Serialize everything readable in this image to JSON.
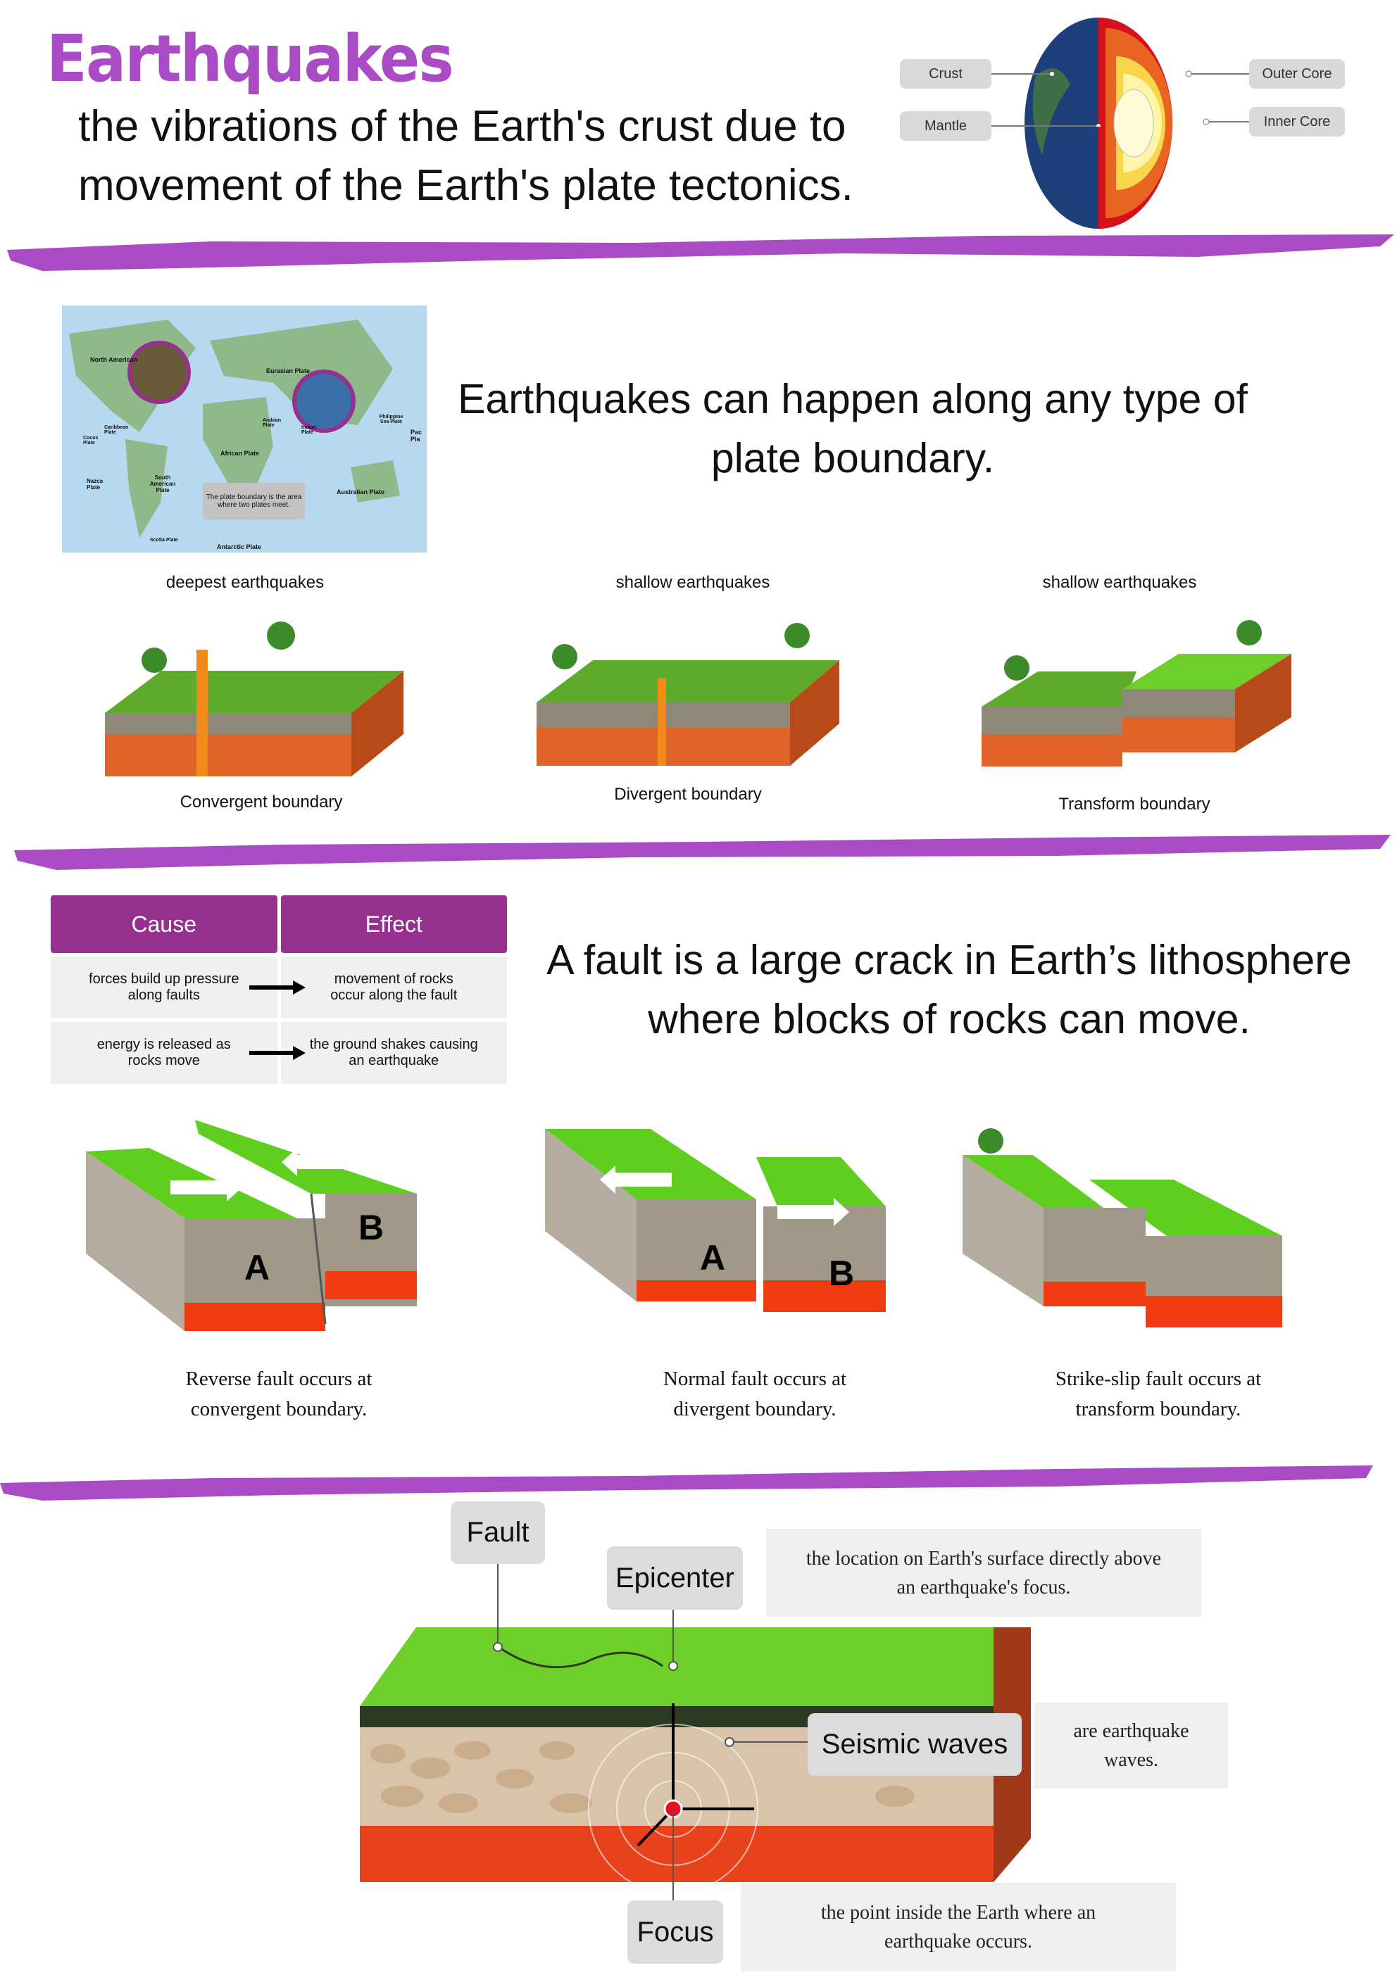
{
  "header": {
    "title": "Earthquakes",
    "definition_line1": "the vibrations of the Earth's crust due to",
    "definition_line2": "movement of the Earth's plate tectonics."
  },
  "earth_layers": {
    "crust": "Crust",
    "mantle": "Mantle",
    "outer_core": "Outer Core",
    "inner_core": "Inner Core"
  },
  "map": {
    "labels": [
      "North American",
      "Eurasian Plate",
      "Arabian Plate",
      "Indian Plate",
      "Philippine Sea Plate",
      "Caribbean Plate",
      "Cocos Plate",
      "African Plate",
      "Nazca Plate",
      "South American Plate",
      "Australian Plate",
      "Scotia Plate",
      "Antarctic Plate",
      "Pac Pla"
    ],
    "callout": "The plate boundary is the area where two plates meet."
  },
  "boundaries": {
    "statement_line1": "Earthquakes can happen along any type of",
    "statement_line2": "plate boundary.",
    "items": [
      {
        "depth": "deepest earthquakes",
        "name": "Convergent boundary"
      },
      {
        "depth": "shallow earthquakes",
        "name": "Divergent boundary"
      },
      {
        "depth": "shallow earthquakes",
        "name": "Transform boundary"
      }
    ]
  },
  "cause_effect": {
    "cause_header": "Cause",
    "effect_header": "Effect",
    "rows": [
      {
        "cause": "forces build up pressure along faults",
        "effect": "movement of rocks occur along the fault"
      },
      {
        "cause": "energy is released as rocks move",
        "effect": "the ground shakes causing an earthquake"
      }
    ]
  },
  "fault": {
    "statement_line1": "A fault is a large crack in Earth’s lithosphere",
    "statement_line2": "where blocks of rocks can move.",
    "block_labels": {
      "a": "A",
      "b": "B"
    },
    "types": [
      {
        "line1": "Reverse fault occurs at",
        "line2": "convergent boundary."
      },
      {
        "line1": "Normal fault occurs at",
        "line2": "divergent boundary."
      },
      {
        "line1": "Strike-slip fault occurs at",
        "line2": "transform boundary."
      }
    ]
  },
  "anatomy": {
    "fault": "Fault",
    "epicenter": "Epicenter",
    "epicenter_def": "the location on Earth's surface directly above an earthquake's focus.",
    "seismic_waves": "Seismic waves",
    "seismic_def": "are earthquake waves.",
    "focus": "Focus",
    "focus_def": "the point inside the Earth where an earthquake occurs."
  },
  "colors": {
    "accent": "#a84bc4",
    "table_header": "#96308e",
    "grass": "#6fcf2a",
    "lava": "#e8421c"
  }
}
